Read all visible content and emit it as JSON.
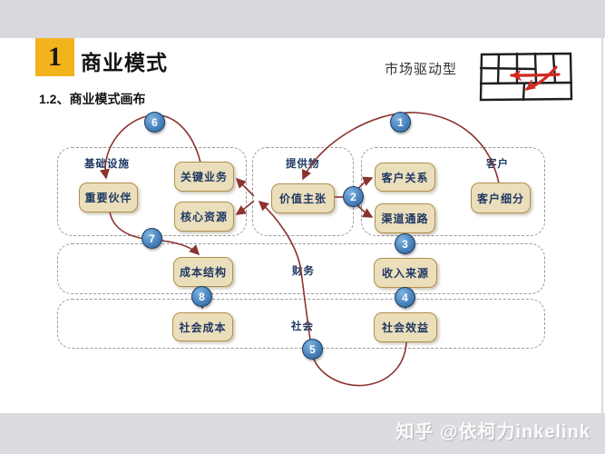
{
  "slide": {
    "badge_number": "1",
    "title": "商业模式",
    "subtitle": "1.2、商业模式画布",
    "model_type_label": "市场驱动型",
    "watermark": "知乎 @依柯力inkelink"
  },
  "diagram": {
    "groups": {
      "infrastructure": "基础设施",
      "offering": "提供物",
      "customer": "客户",
      "finance": "财务",
      "society": "社会"
    },
    "boxes": {
      "key_partners": "重要伙伴",
      "key_activities": "关键业务",
      "core_resources": "核心资源",
      "value_proposition": "价值主张",
      "customer_relationships": "客户关系",
      "channels": "渠道通路",
      "customer_segments": "客户细分",
      "cost_structure": "成本结构",
      "revenue_streams": "收入来源",
      "social_costs": "社会成本",
      "social_benefits": "社会效益"
    },
    "flow_numbers": [
      "1",
      "2",
      "3",
      "4",
      "5",
      "6",
      "7",
      "8"
    ]
  },
  "colors": {
    "accent_yellow": "#F2B31D",
    "box_fill": "#EBDFBB",
    "box_border": "#B08F4F",
    "box_text": "#1F3864",
    "arrow_red": "#8B3330",
    "connector_slate": "#4A5568",
    "circle_fill": "#3F76AD",
    "circle_border": "#1C3D5F",
    "top_bar": "#D9D9DD",
    "bottom_bar": "#DCDCE0"
  }
}
